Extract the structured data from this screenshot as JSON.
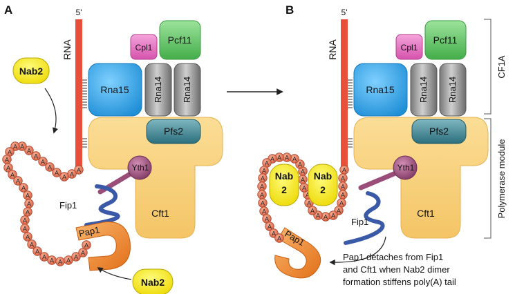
{
  "panels": {
    "a": {
      "letter": "A"
    },
    "b": {
      "letter": "B"
    }
  },
  "labels": {
    "five_prime": "5'",
    "rna": "RNA",
    "cpl1": "Cpl1",
    "pcf11": "Pcf11",
    "rna15": "Rna15",
    "rna14": "Rna14",
    "pfs2": "Pfs2",
    "yth1": "Yth1",
    "cft1": "Cft1",
    "fip1": "Fip1",
    "pap1": "Pap1",
    "nab2": "Nab2",
    "poly_a_unit": "A",
    "cf1a": "CF1A",
    "polymerase_module": "Polymerase module"
  },
  "caption_lines": [
    "Pap1 detaches from Fip1",
    "and Cft1 when Nab2 dimer",
    "formation stiffens poly(A) tail"
  ],
  "colors": {
    "rna": "#e8503a",
    "cpl1": "#e070b8",
    "pcf11": "#5ebc5e",
    "rna15": "#2d9ee0",
    "rna14": "#9a9a9a",
    "pfs2": "#2f7f8c",
    "yth1": "#9a4d78",
    "cft1": "#f7cf7a",
    "fip1": "#3a5aa8",
    "pap1": "#ef8a2a",
    "nab2": "#f2e200",
    "poly_a": "#e87a5e"
  }
}
